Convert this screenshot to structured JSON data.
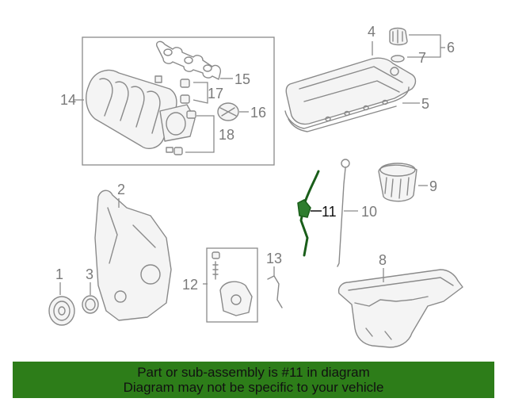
{
  "callouts": {
    "c1": "1",
    "c2": "2",
    "c3": "3",
    "c4": "4",
    "c5": "5",
    "c6": "6",
    "c7": "7",
    "c8": "8",
    "c9": "9",
    "c10": "10",
    "c11": "11",
    "c12": "12",
    "c13": "13",
    "c14": "14",
    "c15": "15",
    "c16": "16",
    "c17": "17",
    "c18": "18"
  },
  "highlight_color": "#2d7d19",
  "banner": {
    "line1": "Part or sub-assembly is #11 in diagram",
    "line2": "Diagram may not be specific to your vehicle"
  }
}
